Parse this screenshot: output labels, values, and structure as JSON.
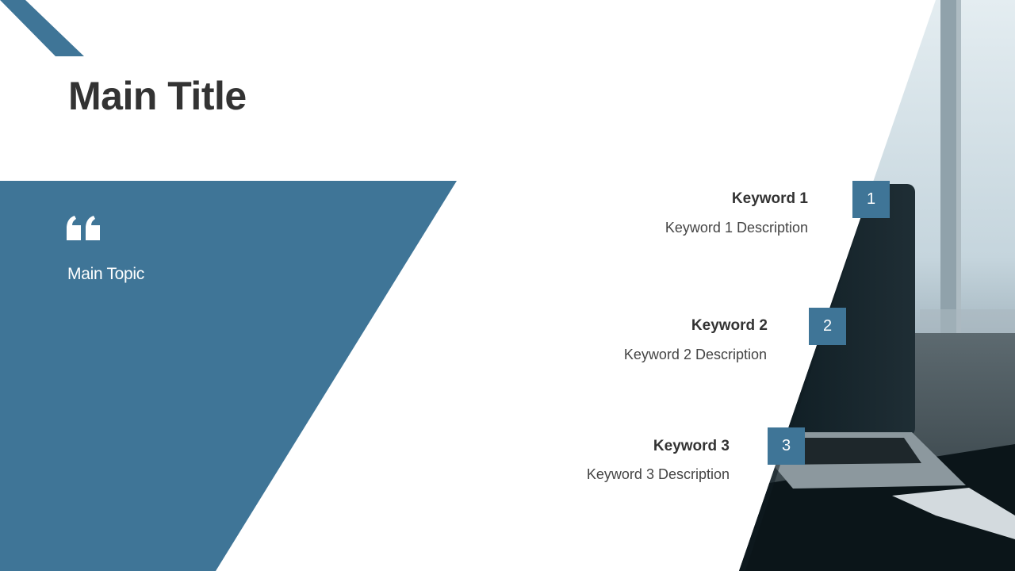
{
  "slide": {
    "title": "Main Title",
    "topic": "Main Topic",
    "quote_icon": "quote-mark-icon",
    "colors": {
      "accent": "#3f7597",
      "title_text": "#333333",
      "body_text": "#444444",
      "background": "#ffffff"
    }
  },
  "keywords": [
    {
      "number": "1",
      "title": "Keyword 1",
      "description": "Keyword 1 Description"
    },
    {
      "number": "2",
      "title": "Keyword 2",
      "description": "Keyword 2 Description"
    },
    {
      "number": "3",
      "title": "Keyword 3",
      "description": "Keyword 3 Description"
    }
  ]
}
